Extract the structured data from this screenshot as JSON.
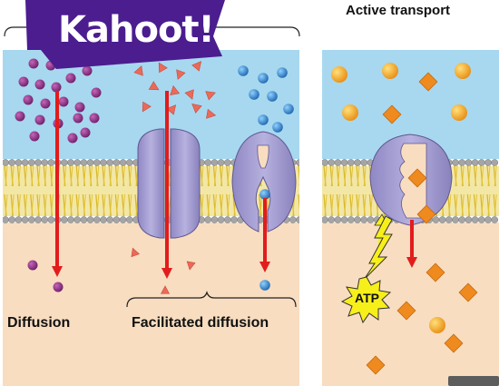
{
  "logo": {
    "text": "Kahoot!",
    "color": "#4b1d8f"
  },
  "labels": {
    "active_transport": "Active transport",
    "diffusion": "Diffusion",
    "facilitated_diffusion": "Facilitated diffusion",
    "atp": "ATP"
  },
  "colors": {
    "outside": "#a7d8ef",
    "inside": "#f8ddc0",
    "arrow": "#e21c1c",
    "purple_molecule": "#8a2d82",
    "red_triangle": "#ea6a5a",
    "blue_molecule": "#2f88cf",
    "orange_diamond": "#ef8a1f",
    "orange_ball": "#f4b13a",
    "protein": "#a59fd0",
    "atp_burst": "#f7ef1a",
    "lipid_head": "#a8a8a8",
    "lipid_tail": "#e9cf3a"
  }
}
